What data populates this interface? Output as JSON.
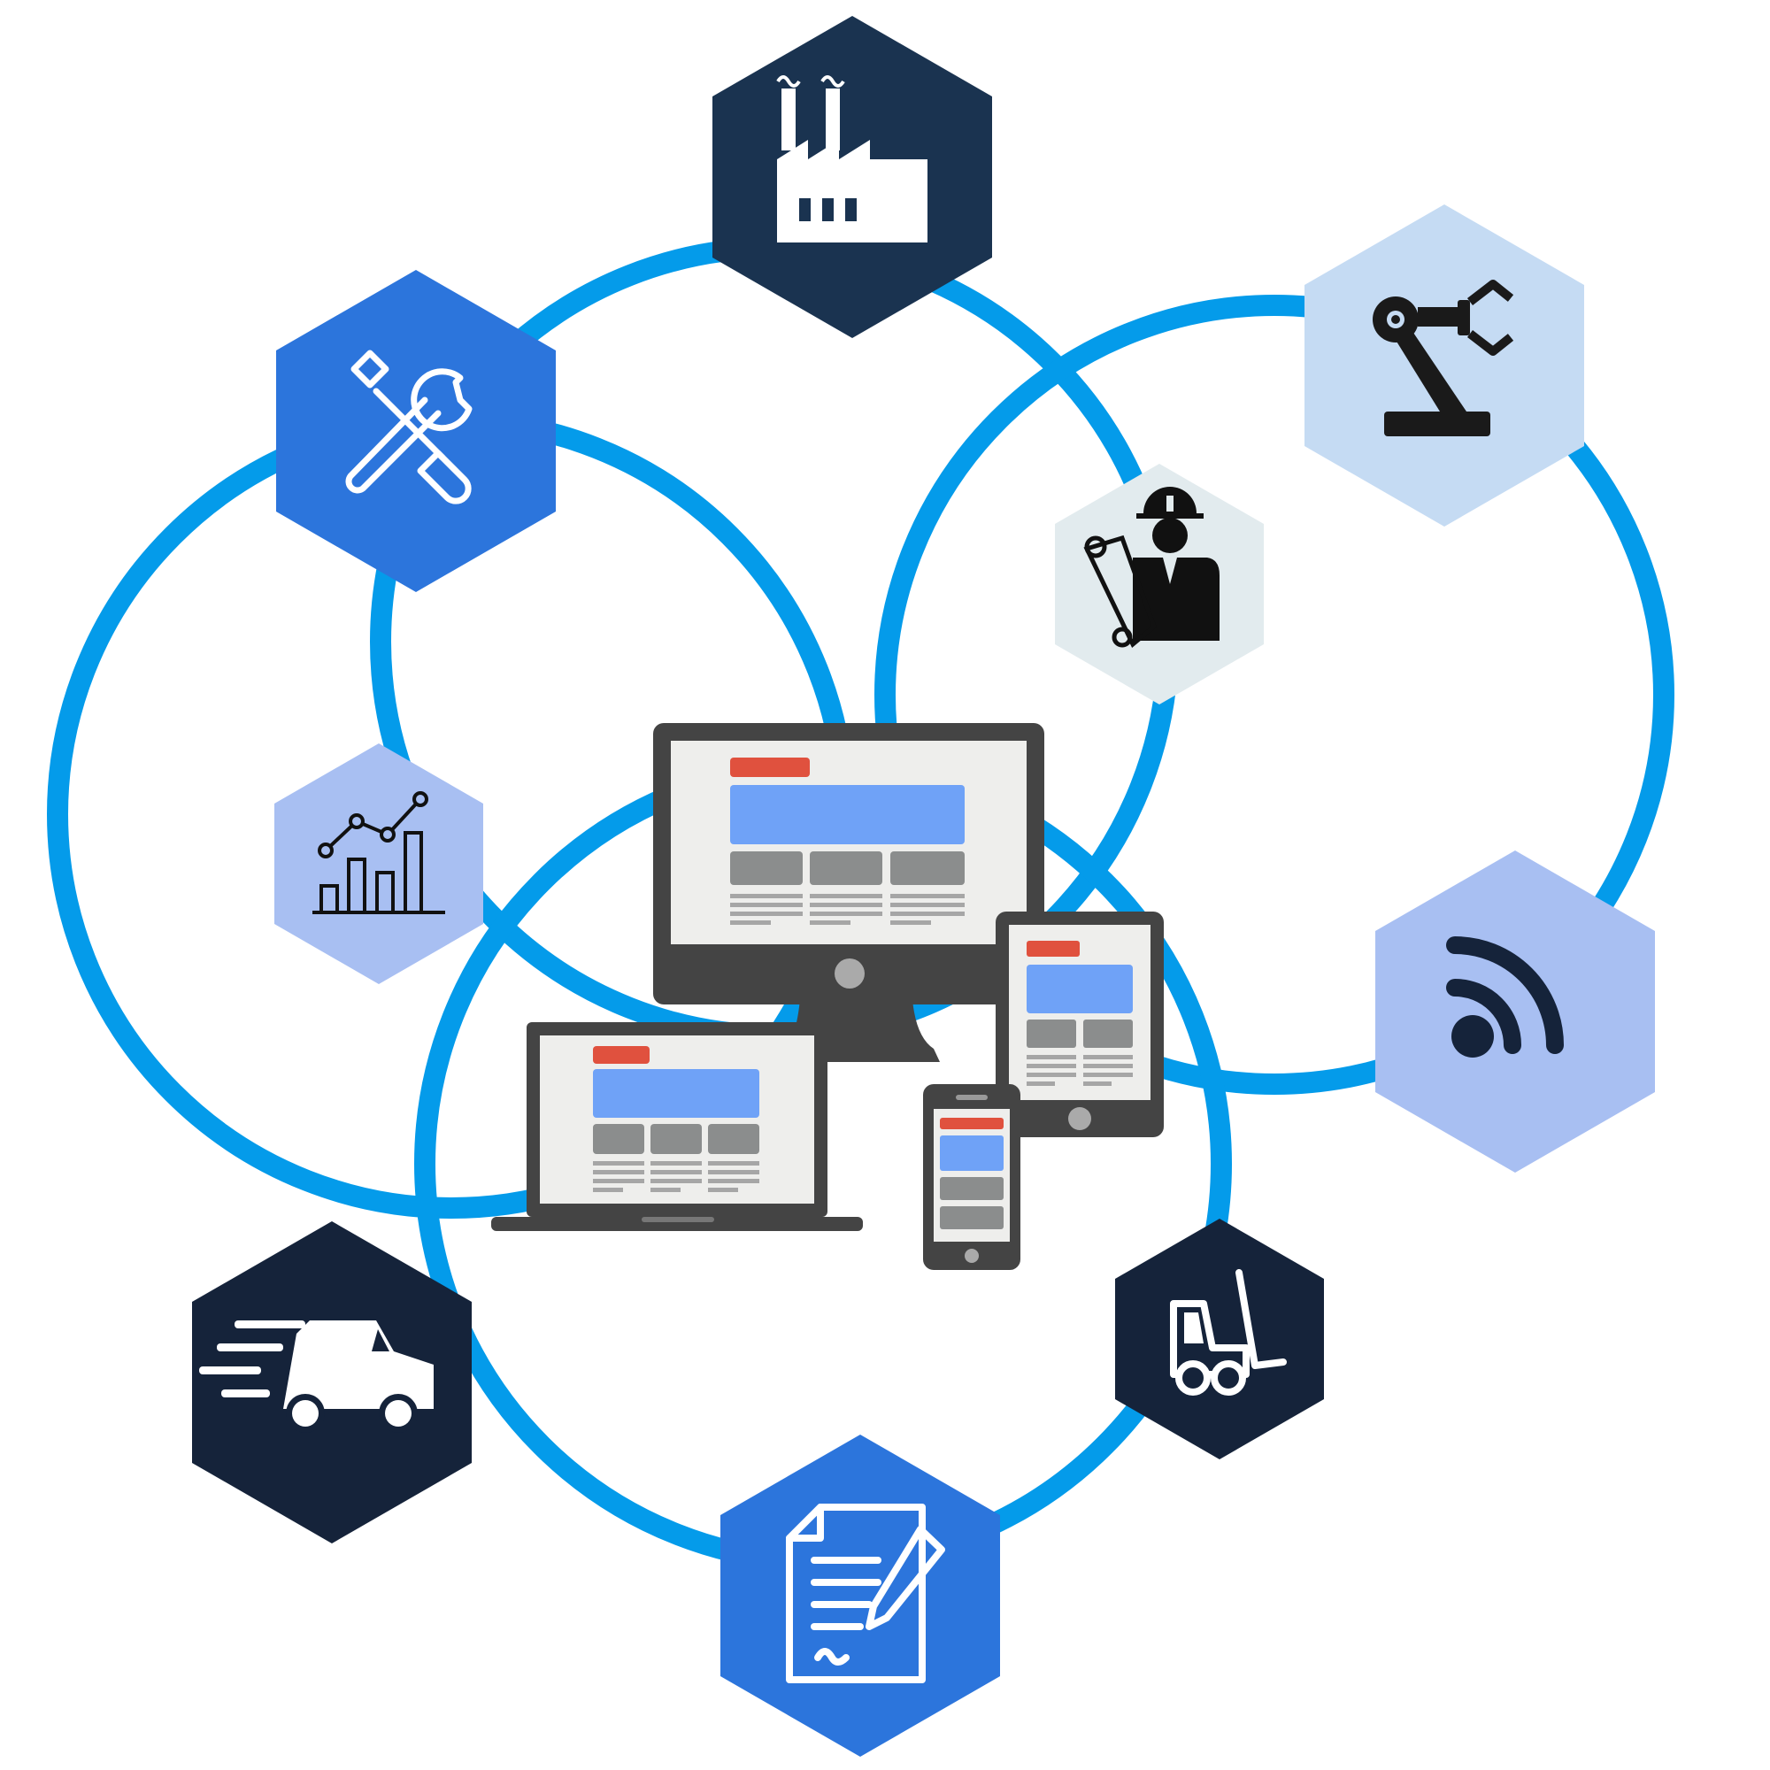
{
  "colors": {
    "ring": "#049BEA",
    "navy": "#1A3350",
    "dark_navy": "#15233A",
    "royal_blue": "#2C75DC",
    "periwinkle": "#A8BFF2",
    "pale_blue": "#C5DBF3",
    "light_gray": "#E2EBEE",
    "device_dark": "#444444",
    "screen_bg": "#EEEEEC",
    "block_gray": "#8B8D8D",
    "accent_red": "#E0513E",
    "accent_blue": "#6FA2F7",
    "icon_white": "#FFFFFF",
    "icon_black": "#111111"
  },
  "nodes": [
    {
      "id": "factory",
      "icon": "factory-icon",
      "fill": "navy"
    },
    {
      "id": "tools",
      "icon": "wrench-screwdriver-icon",
      "fill": "royal_blue"
    },
    {
      "id": "robot-arm",
      "icon": "robot-arm-icon",
      "fill": "pale_blue"
    },
    {
      "id": "engineer",
      "icon": "engineer-blueprint-icon",
      "fill": "light_gray"
    },
    {
      "id": "analytics",
      "icon": "analytics-chart-icon",
      "fill": "periwinkle"
    },
    {
      "id": "wireless",
      "icon": "wireless-signal-icon",
      "fill": "periwinkle"
    },
    {
      "id": "forklift",
      "icon": "forklift-icon",
      "fill": "dark_navy"
    },
    {
      "id": "delivery",
      "icon": "delivery-truck-icon",
      "fill": "dark_navy"
    },
    {
      "id": "contract",
      "icon": "signed-document-icon",
      "fill": "royal_blue"
    }
  ],
  "center": {
    "devices": [
      "desktop-monitor",
      "laptop",
      "tablet",
      "smartphone"
    ]
  }
}
